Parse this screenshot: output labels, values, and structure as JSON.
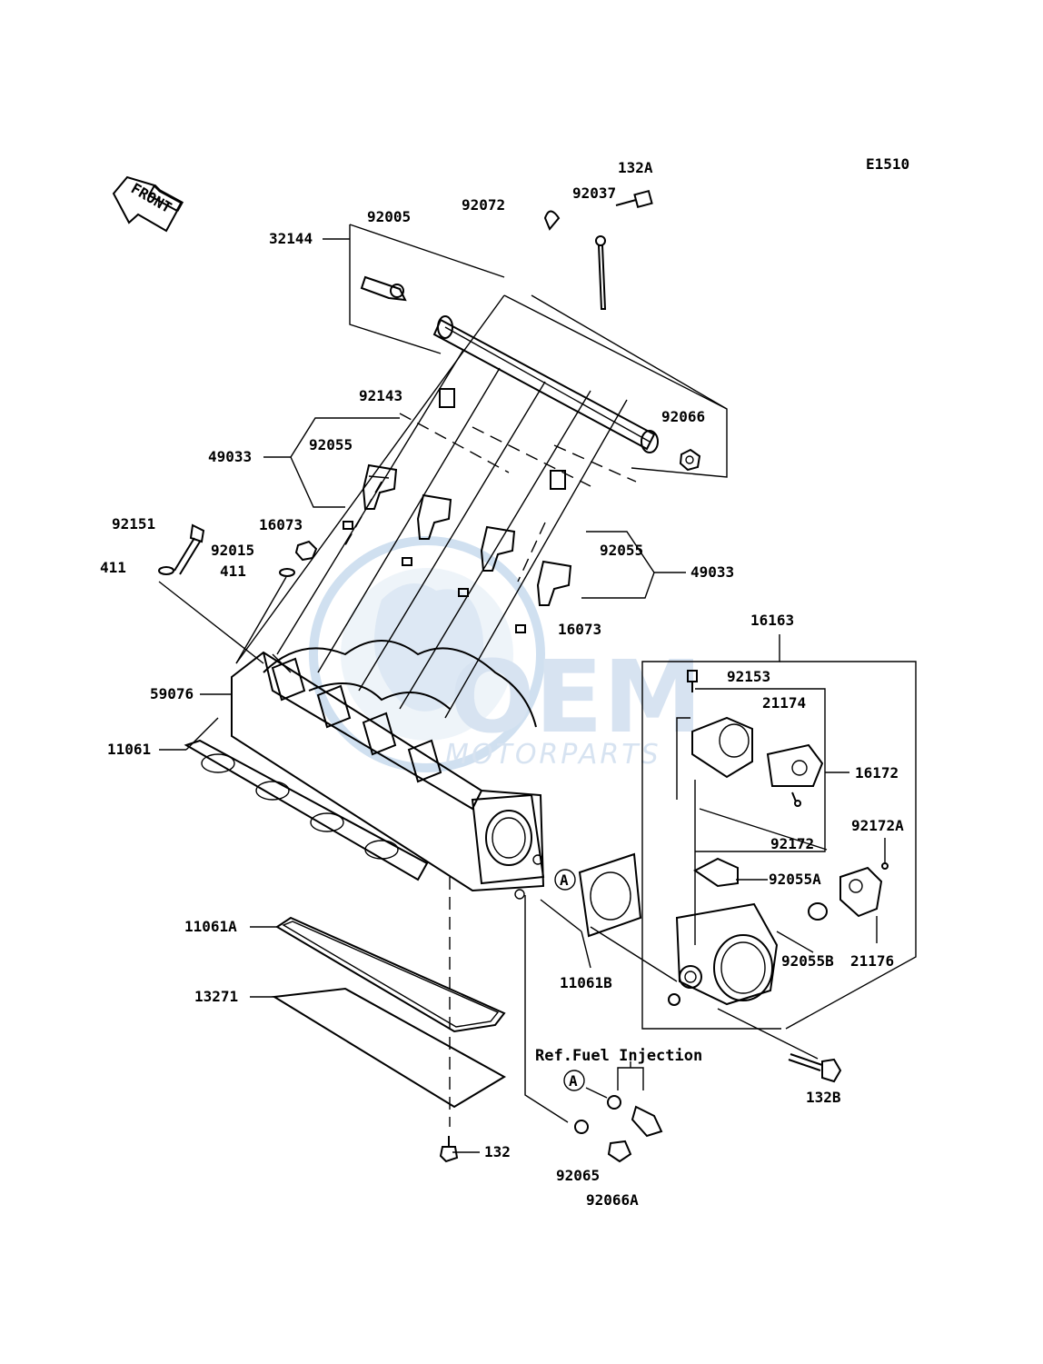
{
  "diagram": {
    "code": "E1510",
    "front_label": "FRONT",
    "reference_note": "Ref.Fuel Injection",
    "reference_marker": "A",
    "watermark": {
      "brand": "OEM",
      "sub": "MOTORPARTS"
    },
    "parts": {
      "p132A": "132A",
      "p92037": "92037",
      "p92072": "92072",
      "p92005": "92005",
      "p32144": "32144",
      "p92143": "92143",
      "p92066": "92066",
      "p92055_left": "92055",
      "p49033_left": "49033",
      "p92151": "92151",
      "p16073_left": "16073",
      "p92015": "92015",
      "p411_a": "411",
      "p411_b": "411",
      "p92055_right": "92055",
      "p49033_right": "49033",
      "p16073_right": "16073",
      "p16163": "16163",
      "p92153": "92153",
      "p21174": "21174",
      "p59076": "59076",
      "p16172": "16172",
      "p11061": "11061",
      "p92172": "92172",
      "p92172A": "92172A",
      "p92055A": "92055A",
      "p11061A": "11061A",
      "p92055B": "92055B",
      "p21176": "21176",
      "p11061B": "11061B",
      "p13271": "13271",
      "p132B": "132B",
      "p132": "132",
      "p92065": "92065",
      "p92066A": "92066A"
    }
  }
}
